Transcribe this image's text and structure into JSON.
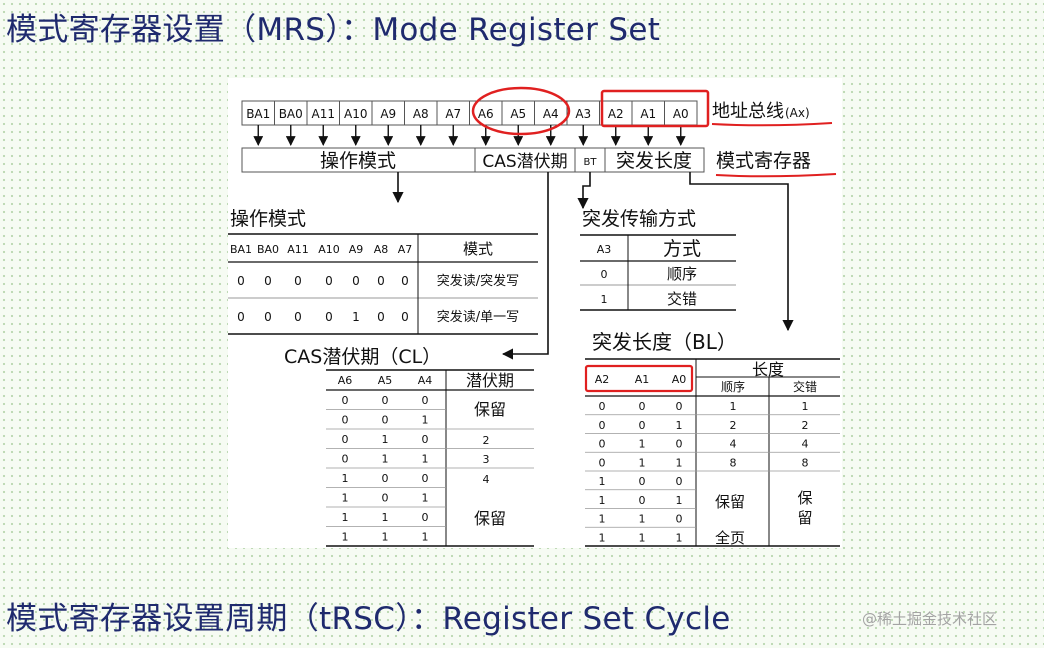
{
  "title": "模式寄存器设置（MRS）：Mode Register Set",
  "footer": "模式寄存器设置周期（tRSC）：Register Set Cycle",
  "watermark": "@稀土掘金技术社区",
  "colors": {
    "title": "#1f2a6e",
    "highlight": "#e02020"
  },
  "address_bus": {
    "bits": [
      "BA1",
      "BA0",
      "A11",
      "A10",
      "A9",
      "A8",
      "A7",
      "A6",
      "A5",
      "A4",
      "A3",
      "A2",
      "A1",
      "A0"
    ],
    "label": "地址总线",
    "label_suffix": "(Ax)"
  },
  "register": {
    "fields": [
      "操作模式",
      "CAS潜伏期",
      "BT",
      "突发长度"
    ],
    "label": "模式寄存器"
  },
  "op_mode": {
    "title": "操作模式",
    "headers": [
      "BA1",
      "BA0",
      "A11",
      "A10",
      "A9",
      "A8",
      "A7",
      "模式"
    ],
    "rows": [
      [
        "0",
        "0",
        "0",
        "0",
        "0",
        "0",
        "0",
        "突发读/突发写"
      ],
      [
        "0",
        "0",
        "0",
        "0",
        "1",
        "0",
        "0",
        "突发读/单一写"
      ]
    ]
  },
  "burst_type": {
    "title": "突发传输方式",
    "headers": [
      "A3",
      "方式"
    ],
    "rows": [
      [
        "0",
        "顺序"
      ],
      [
        "1",
        "交错"
      ]
    ]
  },
  "cas_latency": {
    "title": "CAS潜伏期（CL）",
    "headers": [
      "A6",
      "A5",
      "A4",
      "潜伏期"
    ],
    "rows": [
      [
        "0",
        "0",
        "0"
      ],
      [
        "0",
        "0",
        "1"
      ],
      [
        "0",
        "1",
        "0"
      ],
      [
        "0",
        "1",
        "1"
      ],
      [
        "1",
        "0",
        "0"
      ],
      [
        "1",
        "0",
        "1"
      ],
      [
        "1",
        "1",
        "0"
      ],
      [
        "1",
        "1",
        "1"
      ]
    ],
    "values": [
      "2",
      "3",
      "4"
    ],
    "reserved": "保留"
  },
  "burst_length": {
    "title": "突发长度（BL）",
    "header_group": "长度",
    "headers": [
      "A2",
      "A1",
      "A0",
      "顺序",
      "交错"
    ],
    "rows": [
      [
        "0",
        "0",
        "0",
        "1",
        "1"
      ],
      [
        "0",
        "0",
        "1",
        "2",
        "2"
      ],
      [
        "0",
        "1",
        "0",
        "4",
        "4"
      ],
      [
        "0",
        "1",
        "1",
        "8",
        "8"
      ],
      [
        "1",
        "0",
        "0"
      ],
      [
        "1",
        "0",
        "1"
      ],
      [
        "1",
        "1",
        "0"
      ],
      [
        "1",
        "1",
        "1"
      ]
    ],
    "reserved_seq": "保留",
    "reserved_int_1": "保",
    "reserved_int_2": "留",
    "full_page": "全页"
  }
}
